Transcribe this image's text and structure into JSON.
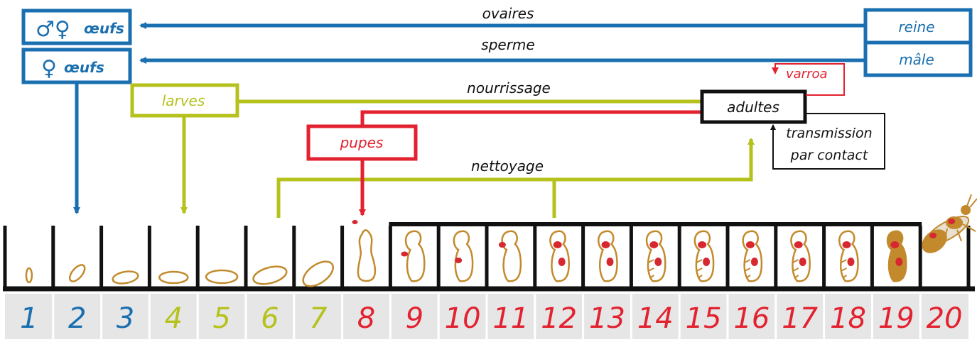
{
  "colors": {
    "blue": "#1a6fb0",
    "green": "#b5c21d",
    "red": "#e32230",
    "black": "#111111",
    "gold": "#c28a2d",
    "mite": "#d7282f",
    "cell_label_bg": "#e6e6e6"
  },
  "boxes": {
    "eggs_both": {
      "symbols": "♂♀",
      "label": "œufs"
    },
    "eggs_female": {
      "symbols": "♀",
      "label": "œufs"
    },
    "queen": "reine",
    "male": "mâle",
    "larvae": "larves",
    "pupae": "pupes",
    "adults": "adultes"
  },
  "arrows": {
    "ovaries": "ovaires",
    "sperm": "sperme",
    "feeding": "nourrissage",
    "cleaning": "nettoyage",
    "varroa": "varroa",
    "contact_line1": "transmission",
    "contact_line2": "par contact"
  },
  "days": [
    {
      "n": "1",
      "stage": "egg"
    },
    {
      "n": "2",
      "stage": "egg"
    },
    {
      "n": "3",
      "stage": "egg"
    },
    {
      "n": "4",
      "stage": "larva"
    },
    {
      "n": "5",
      "stage": "larva"
    },
    {
      "n": "6",
      "stage": "larva"
    },
    {
      "n": "7",
      "stage": "larva"
    },
    {
      "n": "8",
      "stage": "pupa"
    },
    {
      "n": "9",
      "stage": "pupa"
    },
    {
      "n": "10",
      "stage": "pupa"
    },
    {
      "n": "11",
      "stage": "pupa"
    },
    {
      "n": "12",
      "stage": "pupa"
    },
    {
      "n": "13",
      "stage": "pupa"
    },
    {
      "n": "14",
      "stage": "pupa"
    },
    {
      "n": "15",
      "stage": "pupa"
    },
    {
      "n": "16",
      "stage": "pupa"
    },
    {
      "n": "17",
      "stage": "pupa"
    },
    {
      "n": "18",
      "stage": "pupa"
    },
    {
      "n": "19",
      "stage": "pupa"
    },
    {
      "n": "20",
      "stage": "pupa"
    }
  ]
}
